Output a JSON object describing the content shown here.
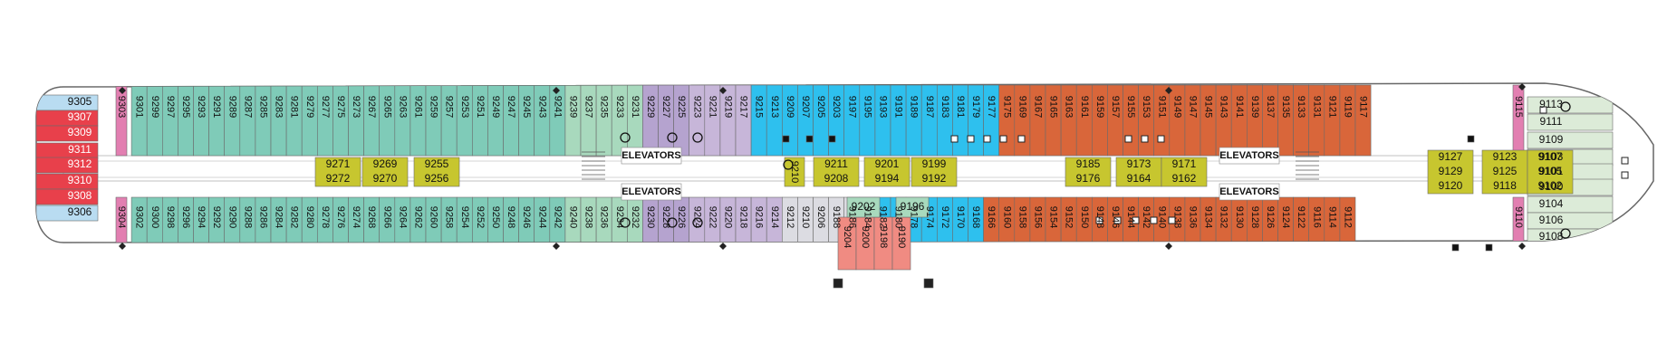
{
  "colors": {
    "teal": "#7fcbb8",
    "mint": "#a8d9bd",
    "lavender": "#b5a3cf",
    "lilac": "#c7b6d9",
    "cyan": "#2ec0ee",
    "rust": "#d9663a",
    "red": "#e8404b",
    "lightblue": "#b9dcf1",
    "olive": "#c7c62f",
    "salmon": "#f08b82",
    "pink": "#e27fb1",
    "palegreen": "#dcebd8",
    "grey": "#dcdce2",
    "hull": "#ffffff",
    "corridor": "#ffffff",
    "outline": "#555555"
  },
  "labels": {
    "elevators": "ELEVATORS"
  },
  "icons": {
    "square": "balcony-square-icon",
    "filled": "filled-square-icon",
    "access": "accessible-icon",
    "sofa": "sofa-bed-icon",
    "diamond": "connecting-diamond-icon"
  },
  "cabins": {
    "top": [
      [
        "9303",
        "pink"
      ],
      [
        "9301",
        "teal"
      ],
      [
        "9299",
        "teal"
      ],
      [
        "9297",
        "teal"
      ],
      [
        "9295",
        "teal"
      ],
      [
        "9293",
        "teal"
      ],
      [
        "9291",
        "teal"
      ],
      [
        "9289",
        "teal"
      ],
      [
        "9287",
        "teal"
      ],
      [
        "9285",
        "teal"
      ],
      [
        "9283",
        "teal"
      ],
      [
        "9281",
        "teal"
      ],
      [
        "9279",
        "teal"
      ],
      [
        "9277",
        "teal"
      ],
      [
        "9275",
        "teal"
      ],
      [
        "9273",
        "teal"
      ],
      [
        "9267",
        "teal"
      ],
      [
        "9265",
        "teal"
      ],
      [
        "9263",
        "teal"
      ],
      [
        "9261",
        "teal"
      ],
      [
        "9259",
        "teal"
      ],
      [
        "9257",
        "teal"
      ],
      [
        "9253",
        "teal"
      ],
      [
        "9251",
        "teal"
      ],
      [
        "9249",
        "teal"
      ],
      [
        "9247",
        "teal"
      ],
      [
        "9245",
        "teal"
      ],
      [
        "9243",
        "teal"
      ],
      [
        "9241",
        "teal"
      ],
      [
        "9239",
        "mint"
      ],
      [
        "9237",
        "mint"
      ],
      [
        "9235",
        "mint"
      ],
      [
        "9233",
        "mint"
      ],
      [
        "9231",
        "mint"
      ],
      [
        "9229",
        "lavender"
      ],
      [
        "9227",
        "lavender"
      ],
      [
        "9225",
        "lavender"
      ],
      [
        "9223",
        "lilac"
      ],
      [
        "9221",
        "lilac"
      ],
      [
        "9219",
        "lilac"
      ],
      [
        "9217",
        "lilac"
      ],
      [
        "9215",
        "cyan"
      ],
      [
        "9213",
        "cyan"
      ],
      [
        "9209",
        "cyan"
      ],
      [
        "9207",
        "cyan"
      ],
      [
        "9205",
        "cyan"
      ],
      [
        "9203",
        "cyan"
      ],
      [
        "9197",
        "cyan"
      ],
      [
        "9195",
        "cyan"
      ],
      [
        "9193",
        "cyan"
      ],
      [
        "9191",
        "cyan"
      ],
      [
        "9189",
        "cyan"
      ],
      [
        "9187",
        "cyan"
      ],
      [
        "9183",
        "cyan"
      ],
      [
        "9181",
        "cyan"
      ],
      [
        "9179",
        "cyan"
      ],
      [
        "9177",
        "cyan"
      ],
      [
        "9175",
        "rust"
      ],
      [
        "9169",
        "rust"
      ],
      [
        "9167",
        "rust"
      ],
      [
        "9165",
        "rust"
      ],
      [
        "9163",
        "rust"
      ],
      [
        "9161",
        "rust"
      ],
      [
        "9159",
        "rust"
      ],
      [
        "9157",
        "rust"
      ],
      [
        "9155",
        "rust"
      ],
      [
        "9153",
        "rust"
      ],
      [
        "9151",
        "rust"
      ],
      [
        "9149",
        "rust"
      ],
      [
        "9147",
        "rust"
      ],
      [
        "9145",
        "rust"
      ],
      [
        "9143",
        "rust"
      ],
      [
        "9141",
        "rust"
      ],
      [
        "9139",
        "rust"
      ],
      [
        "9137",
        "rust"
      ],
      [
        "9135",
        "rust"
      ],
      [
        "9133",
        "rust"
      ],
      [
        "9131",
        "rust"
      ],
      [
        "9121",
        "rust"
      ],
      [
        "9119",
        "rust"
      ],
      [
        "9117",
        "rust"
      ],
      [
        "9115",
        "pink"
      ]
    ],
    "bottom": [
      [
        "9304",
        "pink"
      ],
      [
        "9302",
        "teal"
      ],
      [
        "9300",
        "teal"
      ],
      [
        "9298",
        "teal"
      ],
      [
        "9296",
        "teal"
      ],
      [
        "9294",
        "teal"
      ],
      [
        "9292",
        "teal"
      ],
      [
        "9290",
        "teal"
      ],
      [
        "9288",
        "teal"
      ],
      [
        "9286",
        "teal"
      ],
      [
        "9284",
        "teal"
      ],
      [
        "9282",
        "teal"
      ],
      [
        "9280",
        "teal"
      ],
      [
        "9278",
        "teal"
      ],
      [
        "9276",
        "teal"
      ],
      [
        "9274",
        "teal"
      ],
      [
        "9268",
        "teal"
      ],
      [
        "9266",
        "teal"
      ],
      [
        "9264",
        "teal"
      ],
      [
        "9262",
        "teal"
      ],
      [
        "9260",
        "teal"
      ],
      [
        "9258",
        "teal"
      ],
      [
        "9254",
        "teal"
      ],
      [
        "9252",
        "teal"
      ],
      [
        "9250",
        "teal"
      ],
      [
        "9248",
        "teal"
      ],
      [
        "9246",
        "teal"
      ],
      [
        "9244",
        "teal"
      ],
      [
        "9242",
        "teal"
      ],
      [
        "9240",
        "mint"
      ],
      [
        "9238",
        "mint"
      ],
      [
        "9236",
        "mint"
      ],
      [
        "9234",
        "mint"
      ],
      [
        "9232",
        "mint"
      ],
      [
        "9230",
        "lavender"
      ],
      [
        "9228",
        "lavender"
      ],
      [
        "9226",
        "lavender"
      ],
      [
        "9224",
        "lilac"
      ],
      [
        "9222",
        "lilac"
      ],
      [
        "9220",
        "lilac"
      ],
      [
        "9218",
        "lilac"
      ],
      [
        "9216",
        "lilac"
      ],
      [
        "9214",
        "lilac"
      ],
      [
        "9212",
        "grey"
      ],
      [
        "9210",
        "grey"
      ],
      [
        "9206",
        "grey"
      ],
      [
        "9188",
        "grey"
      ],
      [
        "9186",
        "grey"
      ],
      [
        "9184",
        "cyan"
      ],
      [
        "9182",
        "cyan"
      ],
      [
        "9180",
        "cyan"
      ],
      [
        "9178",
        "cyan"
      ],
      [
        "9174",
        "cyan"
      ],
      [
        "9172",
        "cyan"
      ],
      [
        "9170",
        "cyan"
      ],
      [
        "9168",
        "cyan"
      ],
      [
        "9166",
        "rust"
      ],
      [
        "9160",
        "rust"
      ],
      [
        "9158",
        "rust"
      ],
      [
        "9156",
        "rust"
      ],
      [
        "9154",
        "rust"
      ],
      [
        "9152",
        "rust"
      ],
      [
        "9150",
        "rust"
      ],
      [
        "9148",
        "rust"
      ],
      [
        "9146",
        "rust"
      ],
      [
        "9144",
        "rust"
      ],
      [
        "9142",
        "rust"
      ],
      [
        "9140",
        "rust"
      ],
      [
        "9138",
        "rust"
      ],
      [
        "9136",
        "rust"
      ],
      [
        "9134",
        "rust"
      ],
      [
        "9132",
        "rust"
      ],
      [
        "9130",
        "rust"
      ],
      [
        "9128",
        "rust"
      ],
      [
        "9126",
        "rust"
      ],
      [
        "9124",
        "rust"
      ],
      [
        "9122",
        "rust"
      ],
      [
        "9116",
        "rust"
      ],
      [
        "9114",
        "rust"
      ],
      [
        "9112",
        "rust"
      ],
      [
        "9110",
        "pink"
      ]
    ],
    "aft": [
      "9305",
      "9307",
      "9309",
      "9311",
      "9312",
      "9310",
      "9308",
      "9306"
    ],
    "fwd": [
      "9113",
      "9111",
      "9109",
      "9103",
      "9101",
      "9100",
      "9104",
      "9106",
      "9108"
    ],
    "salmon": [
      "9204",
      "9200",
      "9198",
      "9190"
    ],
    "small_green": [
      "9202",
      "9196"
    ],
    "inner": [
      [
        "9271",
        "9272"
      ],
      [
        "9269",
        "9270"
      ],
      [
        "9255",
        "9256"
      ],
      [
        "9211",
        "9208"
      ],
      [
        "9201",
        "9194"
      ],
      [
        "9199",
        "9192"
      ],
      [
        "9185",
        "9176"
      ],
      [
        "9173",
        "9164"
      ],
      [
        "9171",
        "9162"
      ],
      [
        "9127",
        "9129",
        "9120"
      ],
      [
        "9123",
        "9125",
        "9118"
      ],
      [
        "9107",
        "9105",
        "9102"
      ]
    ],
    "inner_vertical": "9210"
  }
}
